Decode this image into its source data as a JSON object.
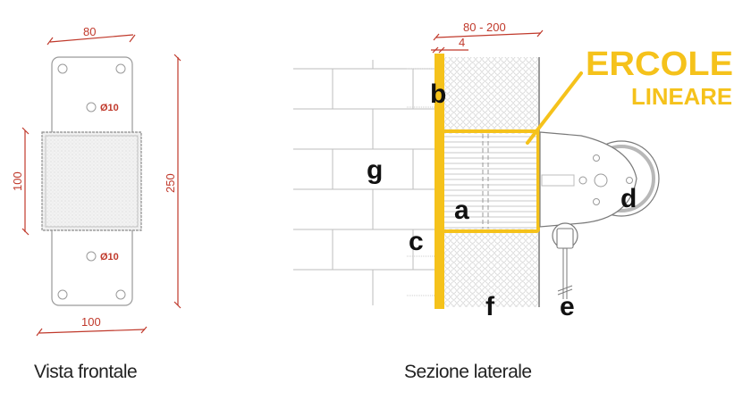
{
  "front_view": {
    "caption": "Vista frontale",
    "dim_top": "80",
    "dim_bottom": "100",
    "dim_left": "100",
    "dim_right": "250",
    "hole_top": "Ø10",
    "hole_bottom": "Ø10"
  },
  "side_section": {
    "caption": "Sezione laterale",
    "dim_depth": "80 - 200",
    "dim_plate": "4",
    "labels": {
      "a": "a",
      "b": "b",
      "c": "c",
      "d": "d",
      "e": "e",
      "f": "f",
      "g": "g"
    }
  },
  "brand": {
    "line1": "ERCOLE",
    "line2": "LINEARE",
    "color": "#f5c21b"
  },
  "colors": {
    "dimension": "#c0392b",
    "highlight": "#f5c21b",
    "outline": "#9a9a9a"
  }
}
